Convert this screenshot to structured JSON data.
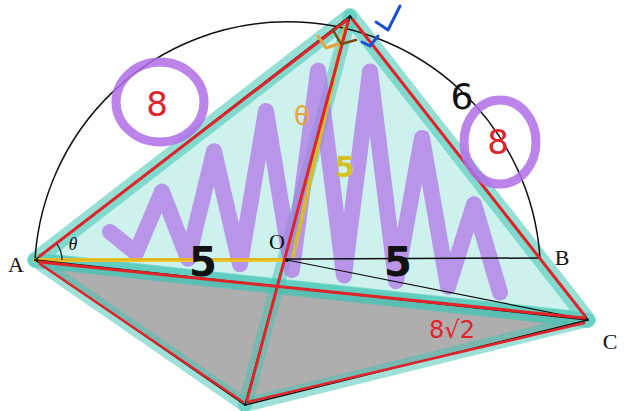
{
  "diagram": {
    "labels": [
      "A",
      "θ",
      "O",
      "B",
      "C",
      "5",
      "5",
      "5",
      "8",
      "6",
      "8",
      "8√2",
      "θ"
    ]
  }
}
